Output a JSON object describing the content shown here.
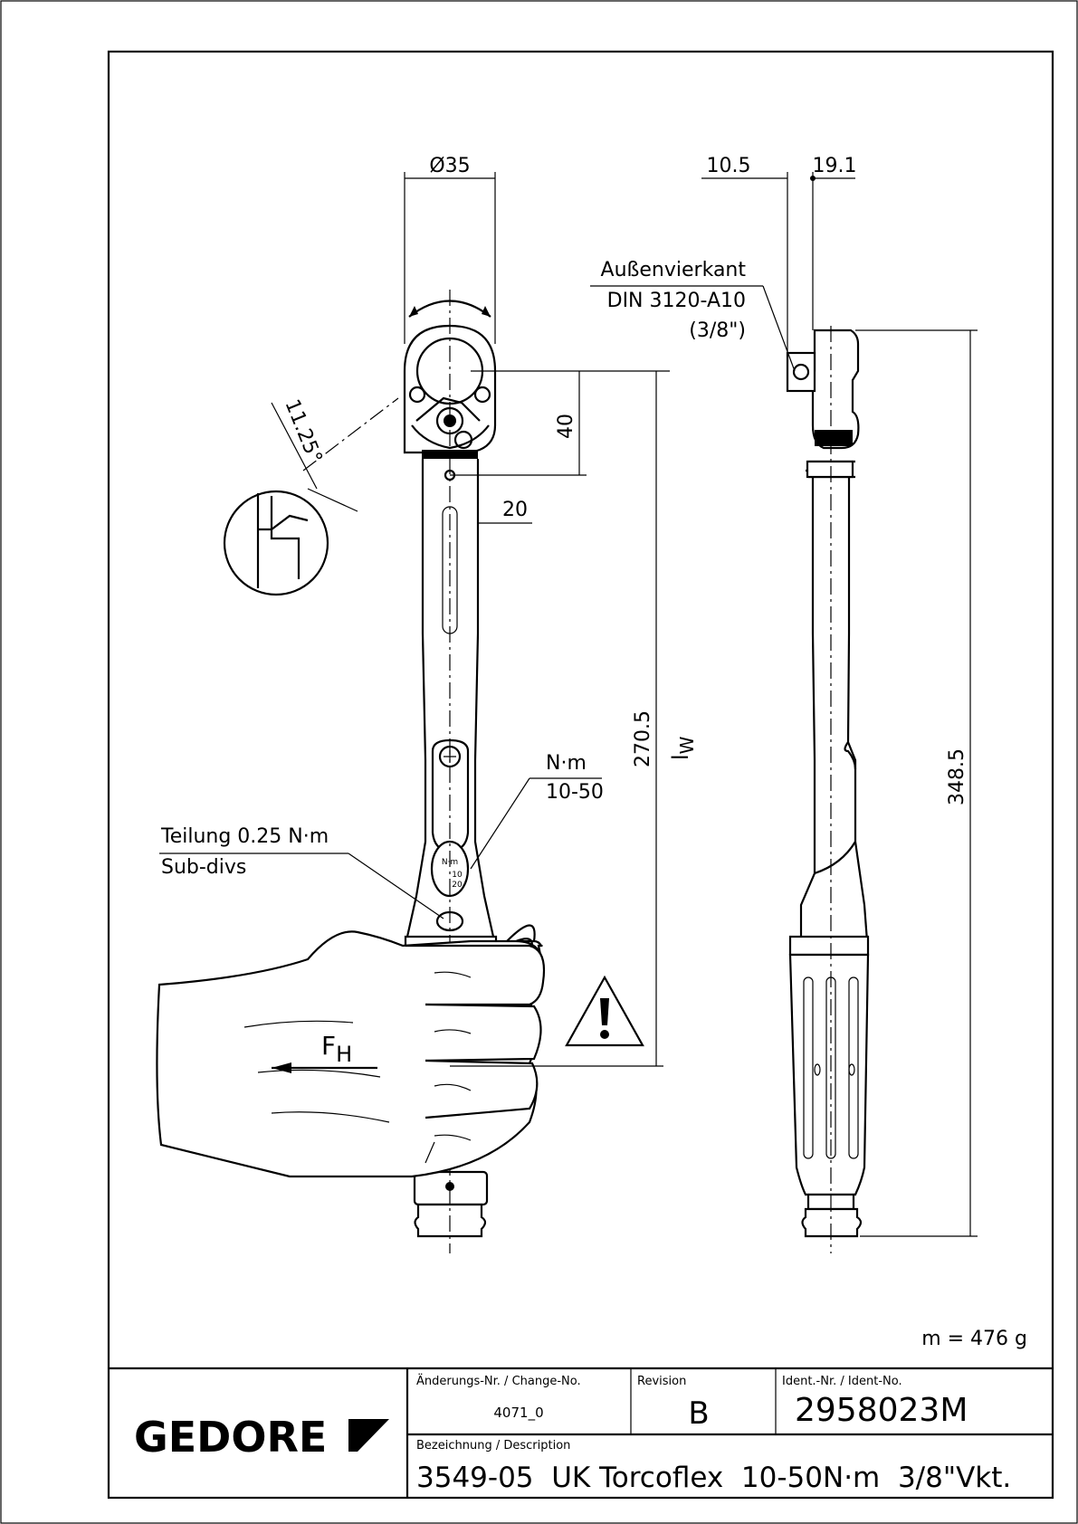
{
  "drawing": {
    "dimensions": {
      "head_diameter": "Ø35",
      "drive_offset": "10.5",
      "head_thickness": "19.1",
      "ratchet_angle": "11.25°",
      "head_to_pin": "40",
      "shaft_width": "20",
      "effective_length": "270.5",
      "effective_length_symbol": "l",
      "effective_length_sub": "W",
      "overall_length": "348.5"
    },
    "callouts": {
      "drive_title": "Außenvierkant",
      "drive_standard": "DIN 3120-A10",
      "drive_size": "(3/8\")",
      "scale_unit": "N·m",
      "scale_range": "10-50",
      "subdiv_label": "Teilung 0.25 N·m",
      "subdiv_label_en": "Sub-divs",
      "force_symbol": "F",
      "force_sub": "H",
      "scale_window_unit": "N·m",
      "scale_window_10": "10",
      "scale_window_20": "20"
    },
    "mass": "m = 476 g"
  },
  "title_block": {
    "logo": "GEDORE",
    "change_label": "Änderungs-Nr. / Change-No.",
    "change_value": "4071_0",
    "revision_label": "Revision",
    "revision_value": "B",
    "ident_label": "Ident.-Nr. / Ident-No.",
    "ident_value": "2958023M",
    "description_label": "Bezeichnung / Description",
    "description_value": "3549-05  UK Torcoflex  10-50N·m  3/8\"Vkt."
  }
}
